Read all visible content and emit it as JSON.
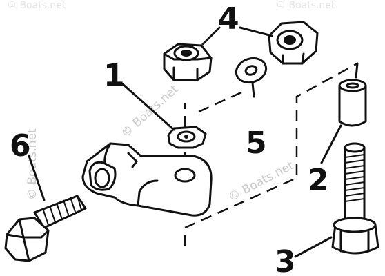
{
  "callouts": {
    "part_1": "1",
    "part_2": "2",
    "part_3": "3",
    "part_4": "4",
    "part_5": "5",
    "part_6": "6"
  },
  "watermarks": {
    "center": "© Boats.net",
    "right": "© Boats.net",
    "left_vertical": "© Boats.net",
    "top_left": "© Boats.net",
    "top_right": "© Boats.net"
  },
  "colors": {
    "ink": "#111111",
    "watermark": "#c9c9c9",
    "background": "#ffffff"
  }
}
